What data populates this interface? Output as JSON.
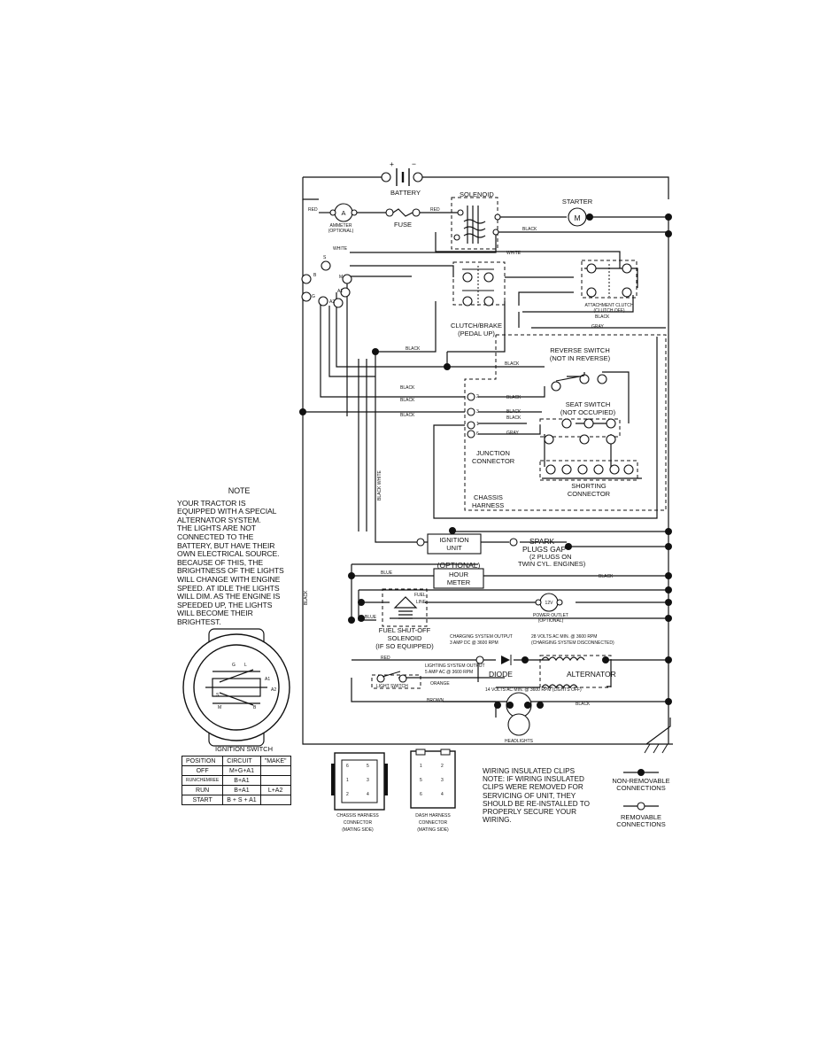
{
  "components": {
    "battery": "BATTERY",
    "battery_plus": "+",
    "battery_minus": "−",
    "solenoid": "SOLENOID",
    "starter": "STARTER",
    "starter_symbol": "M",
    "ammeter": "AMMETER",
    "ammeter_optional": "(OPTIONAL)",
    "ammeter_symbol": "A",
    "fuse": "FUSE",
    "attachment_clutch": "ATTACHMENT CLUTCH",
    "attachment_clutch_state": "(CLUTCH OFF)",
    "clutch_brake": "CLUTCH/BRAKE",
    "clutch_brake_state": "(PEDAL UP)",
    "reverse_switch": "REVERSE SWITCH",
    "reverse_switch_state": "(NOT IN REVERSE)",
    "seat_switch": "SEAT SWITCH",
    "seat_switch_state": "(NOT OCCUPIED)",
    "junction_connector_1": "JUNCTION",
    "junction_connector_2": "CONNECTOR",
    "shorting_connector_1": "SHORTING",
    "shorting_connector_2": "CONNECTOR",
    "chassis_harness_1": "CHASSIS",
    "chassis_harness_2": "HARNESS",
    "ignition_unit_1": "IGNITION",
    "ignition_unit_2": "UNIT",
    "spark_plugs_1": "SPARK",
    "spark_plugs_2": "PLUGS GAP",
    "spark_plugs_3": "(2 PLUGS ON",
    "spark_plugs_4": "TWIN CYL. ENGINES)",
    "hour_meter_optional": "(OPTIONAL)",
    "hour_meter_1": "HOUR",
    "hour_meter_2": "METER",
    "fuel_line_1": "FUEL",
    "fuel_line_2": "LINE",
    "power_outlet_symbol": "12V",
    "power_outlet": "POWER OUTLET",
    "power_outlet_optional": "(OPTIONAL)",
    "fuel_solenoid_1": "FUEL SHUT-OFF",
    "fuel_solenoid_2": "SOLENOID",
    "fuel_solenoid_3": "(IF SO EQUIPPED)",
    "charging_output_1": "CHARGING SYSTEM OUTPUT",
    "charging_output_2": "3 AMP DC @ 3600 RPM",
    "volts_28_1": "28 VOLTS AC MIN. @ 3600 RPM",
    "volts_28_2": "(CHARGING SYSTEM DISCONNECTED)",
    "lighting_output_1": "LIGHTING SYSTEM OUTPUT",
    "lighting_output_2": "5 AMP AC @ 3600 RPM",
    "diode": "DIODE",
    "alternator": "ALTERNATOR",
    "light_switch": "LIGHT SWITCH",
    "volts_14": "14 VOLTS AC MIN. @ 3600 RPM (LIGHTS OFF)",
    "headlights": "HEADLIGHTS",
    "ignition_switch": "IGNITION SWITCH",
    "chassis_connector_1": "CHASSIS HARNESS",
    "chassis_connector_2": "CONNECTOR",
    "chassis_connector_3": "(MATING SIDE)",
    "dash_connector_1": "DASH HARNESS",
    "dash_connector_2": "CONNECTOR",
    "dash_connector_3": "(MATING SIDE)",
    "non_removable_1": "NON-REMOVABLE",
    "non_removable_2": "CONNECTIONS",
    "removable_1": "REMOVABLE",
    "removable_2": "CONNECTIONS"
  },
  "terminals": {
    "b": "B",
    "s": "S",
    "m": "M",
    "g": "G",
    "a1": "A1",
    "a2": "A2",
    "j2": "2",
    "j3": "3",
    "j1": "1",
    "j6": "6"
  },
  "wires": {
    "red": "RED",
    "white": "WHITE",
    "black": "BLACK",
    "gray": "GRAY",
    "blue": "BLUE",
    "orange": "ORANGE",
    "brown": "BROWN",
    "black_white": "BLACK WHITE"
  },
  "note": {
    "title": "NOTE",
    "lines": [
      "YOUR TRACTOR IS",
      "EQUIPPED WITH A SPECIAL",
      "ALTERNATOR SYSTEM.",
      "THE LIGHTS ARE NOT",
      "CONNECTED TO THE",
      "BATTERY, BUT HAVE THEIR",
      "OWN ELECTRICAL SOURCE.",
      "BECAUSE OF THIS, THE",
      "BRIGHTNESS OF THE LIGHTS",
      "WILL CHANGE WITH ENGINE",
      "SPEED. AT IDLE THE LIGHTS",
      "WILL DIM. AS THE ENGINE IS",
      "SPEEDED UP, THE LIGHTS",
      "WILL BECOME THEIR",
      "BRIGHTEST."
    ]
  },
  "ignition_table": {
    "headers": [
      "POSITION",
      "CIRCUIT",
      "\"MAKE\""
    ],
    "rows": [
      {
        "position": "OFF",
        "circuit": "M+G+A1",
        "extra": ""
      },
      {
        "position": "RUN/CHEMREE",
        "circuit": "B+A1",
        "extra": ""
      },
      {
        "position": "RUN",
        "circuit": "B+A1",
        "extra": "L+A2"
      },
      {
        "position": "START",
        "circuit": "B + S + A1",
        "extra": ""
      }
    ]
  },
  "clip_note": {
    "title": "WIRING INSULATED CLIPS",
    "lines": [
      "NOTE: IF WIRING INSULATED",
      "CLIPS WERE REMOVED FOR",
      "SERVICING OF UNIT, THEY",
      "SHOULD BE RE-INSTALLED TO",
      "PROPERLY SECURE YOUR",
      "WIRING."
    ]
  },
  "connector_pins": {
    "chassis": [
      "6",
      "1",
      "2",
      "5",
      "3",
      "4"
    ],
    "dash": [
      "1",
      "5",
      "6",
      "2",
      "3",
      "4"
    ]
  }
}
